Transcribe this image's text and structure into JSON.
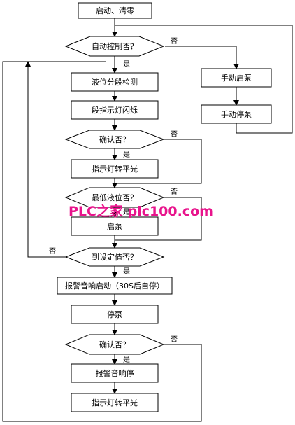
{
  "nodes": {
    "start": "启动、清零",
    "auto_control_q": "自动控制否？",
    "manual_start_pump": "手动启泵",
    "manual_stop_pump": "手动停泵",
    "level_detect": "液位分段检测",
    "segment_light_flash": "段指示灯闪烁",
    "confirm_q1": "确认否？",
    "indicator_steady1": "指示灯转平光",
    "min_level_q": "最低液位否？",
    "start_pump": "启泵",
    "reach_set_q": "到设定值否？",
    "alarm_start": "报警音响启动（30S后自停）",
    "stop_pump": "停泵",
    "confirm_q2": "确认否？",
    "alarm_stop": "报警音响停",
    "indicator_steady2": "指示灯转平光"
  },
  "labels": {
    "yes": "是",
    "no": "否"
  },
  "watermark": "PLC之家  plc100.com"
}
